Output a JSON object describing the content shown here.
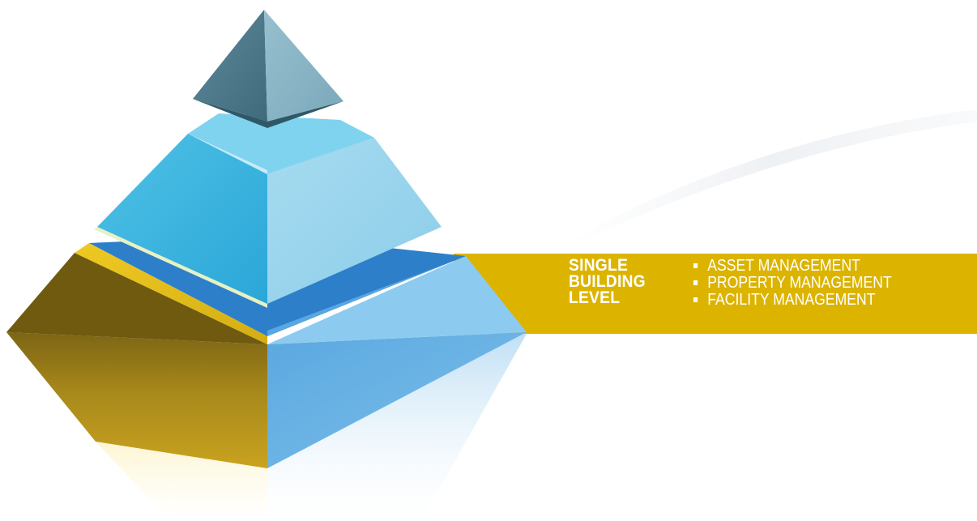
{
  "level": {
    "label_lines": [
      "SINGLE",
      "BUILDING",
      "LEVEL"
    ]
  },
  "items": [
    "ASSET MANAGEMENT",
    "PROPERTY MANAGEMENT",
    "FACILITY MANAGEMENT"
  ],
  "colors": {
    "banner": "#dcb400",
    "gold_dark": "#8a6f12",
    "gold_light": "#f3d34e",
    "blue_dark": "#2f7fc7",
    "blue_mid": "#68b1e4",
    "blue_light": "#a9d6f2",
    "cyan": "#4ec0e4",
    "slate": "#4f7a8c"
  }
}
